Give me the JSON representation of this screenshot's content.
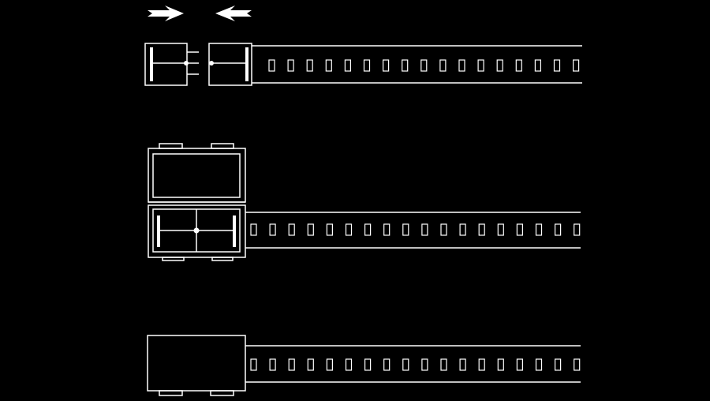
{
  "diagram": {
    "background": "#000000",
    "stroke_color": "#ffffff",
    "panels": [
      {
        "id": "step-1-separated",
        "state": "connector halves separated, moving together",
        "arrows": [
          "arrow-right-icon",
          "arrow-left-icon"
        ]
      },
      {
        "id": "step-2-open-cover",
        "state": "connector joined with hinged cover open"
      },
      {
        "id": "step-3-closed-cover",
        "state": "connector joined with cover closed"
      }
    ]
  }
}
